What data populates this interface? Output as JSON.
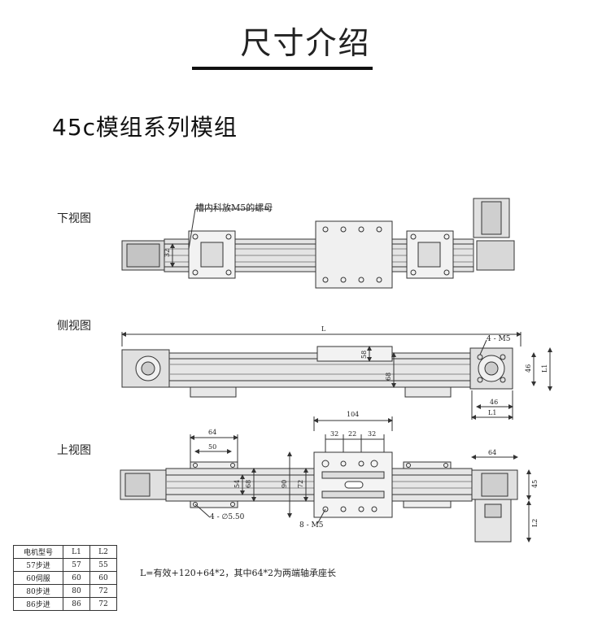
{
  "header": {
    "title": "尺寸介绍",
    "subtitle": "45c模组系列模组"
  },
  "views": {
    "bottom": "下视图",
    "side": "侧视图",
    "top": "上视图"
  },
  "annotations": {
    "slot_nut": "槽内科放M5的螺母",
    "four_m5": "4 - M5",
    "four_phi": "4 - ∅5.50",
    "eight_m5": "8 - M5",
    "formula": "L=有效+120+64*2，其中64*2为两端轴承座长"
  },
  "dimensions": {
    "d32": "32",
    "L": "L",
    "d58": "58",
    "d68": "68",
    "d46": "46",
    "L1": "L1",
    "d104": "104",
    "d22": "22",
    "d64": "64",
    "d50": "50",
    "d54": "54",
    "d90": "90",
    "d72": "72",
    "d45": "45",
    "L2": "L2"
  },
  "table": {
    "headers": [
      "电机型号",
      "L1",
      "L2"
    ],
    "rows": [
      [
        "57步进",
        "57",
        "55"
      ],
      [
        "60伺服",
        "60",
        "60"
      ],
      [
        "80步进",
        "80",
        "72"
      ],
      [
        "86步进",
        "86",
        "72"
      ]
    ]
  }
}
